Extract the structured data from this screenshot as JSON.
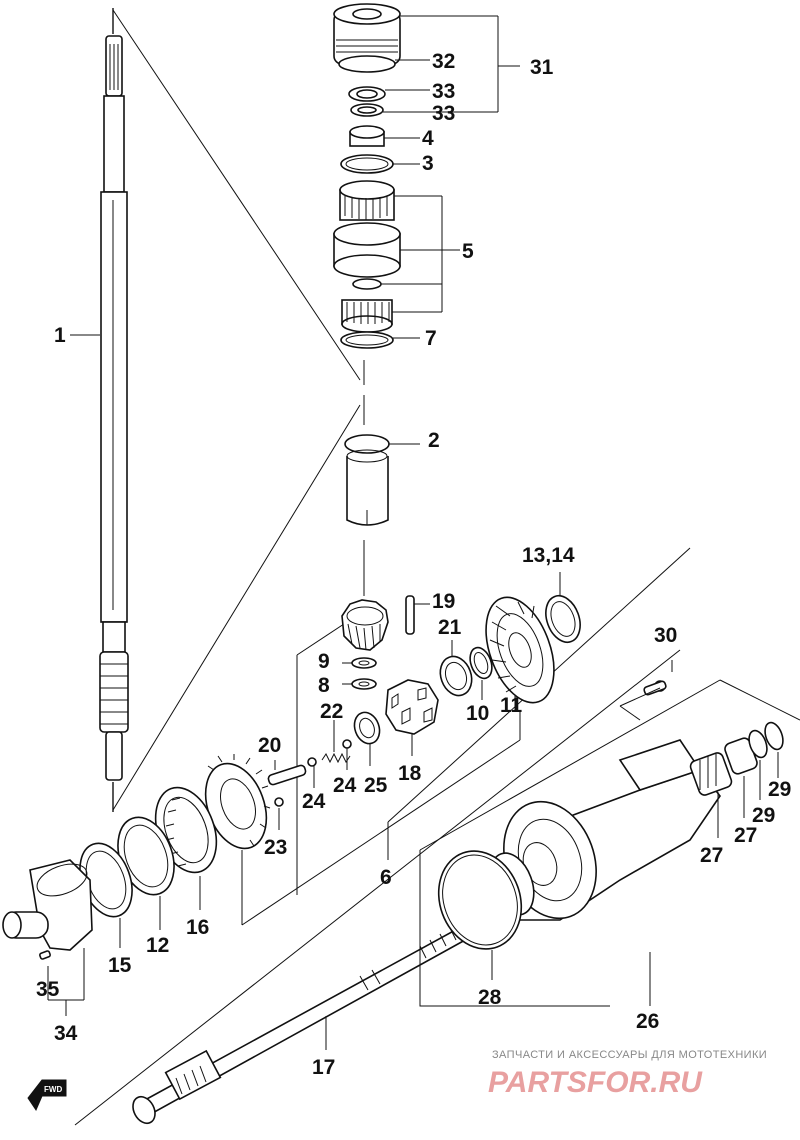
{
  "diagram": {
    "labels": {
      "p1": "1",
      "p2": "2",
      "p3": "3",
      "p4": "4",
      "p5": "5",
      "p6": "6",
      "p7": "7",
      "p8": "8",
      "p9": "9",
      "p10": "10",
      "p11": "11",
      "p12": "12",
      "p13_14": "13,14",
      "p15": "15",
      "p16": "16",
      "p17": "17",
      "p18": "18",
      "p19": "19",
      "p20": "20",
      "p21": "21",
      "p22": "22",
      "p23": "23",
      "p24a": "24",
      "p24b": "24",
      "p25": "25",
      "p26": "26",
      "p27a": "27",
      "p27b": "27",
      "p28": "28",
      "p29a": "29",
      "p29b": "29",
      "p30": "30",
      "p31": "31",
      "p32": "32",
      "p33a": "33",
      "p33b": "33",
      "p34": "34",
      "p35": "35"
    },
    "fwd_badge": "FWD",
    "watermark": {
      "line1": "ЗАПЧАСТИ И АКСЕССУАРЫ ДЛЯ МОТОТЕХНИКИ",
      "line2": "PARTSFOR.RU"
    },
    "icons": [
      "forward-arrow-icon"
    ]
  }
}
